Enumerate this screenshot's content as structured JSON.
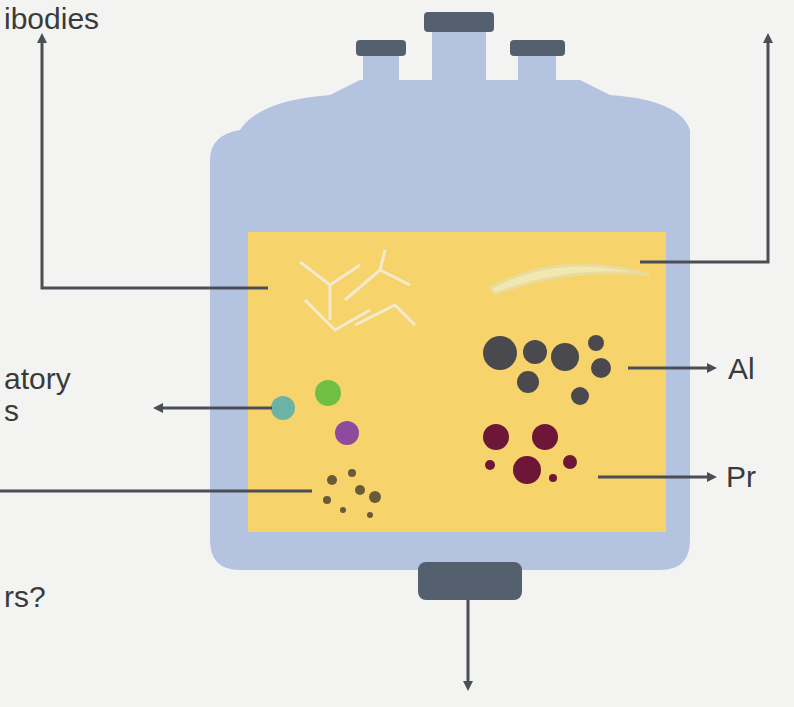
{
  "diagram": {
    "labels": [
      "ibodies",
      "atory",
      "s",
      "Al",
      "Pr",
      "rs?"
    ]
  }
}
